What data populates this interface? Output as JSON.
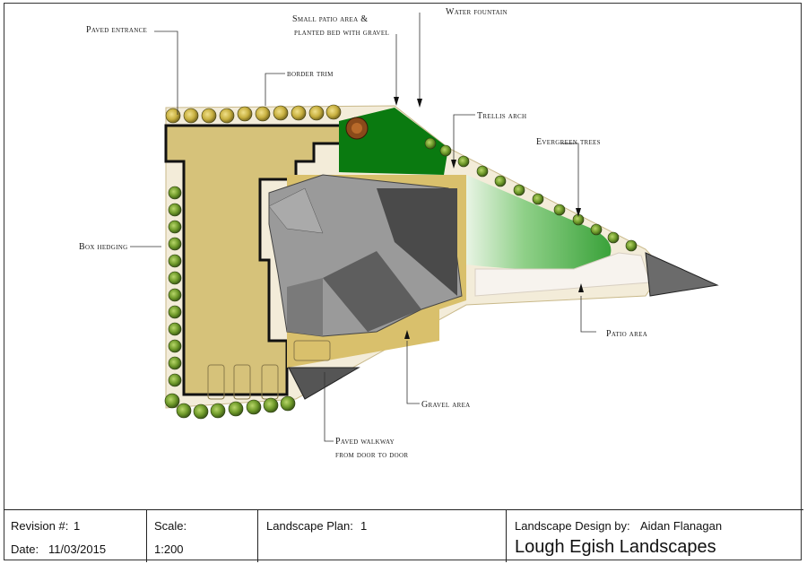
{
  "labels": {
    "paved_entrance": "Paved entrance",
    "border_trim": "border trim",
    "small_patio_line1": "Small patio area &",
    "small_patio_line2": "planted bed with gravel",
    "water_fountain": "Water fountain",
    "trellis_arch": "Trellis arch",
    "evergreen_trees": "Evergreen trees",
    "box_hedging": "Box hedging",
    "patio_area": "Patio area",
    "gravel_area": "Gravel area",
    "paved_walkway_line1": "Paved walkway",
    "paved_walkway_line2": "from door to door"
  },
  "title_block": {
    "revision_label": "Revision #:",
    "revision_value": "1",
    "date_label": "Date:",
    "date_value": "11/03/2015",
    "scale_label": "Scale:",
    "scale_value": "1:200",
    "plan_label": "Landscape Plan:",
    "plan_value": "1",
    "designer_label": "Landscape Design by:",
    "designer_value": "Aidan Flanagan",
    "firm_name": "Lough Egish Landscapes"
  },
  "colors": {
    "paving": "#d6c27a",
    "lawn": "#0a7a10",
    "lawn_light": "#6cc460",
    "roof_dark": "#555555",
    "roof_light": "#9a9a9a",
    "hedge": "#7aa23a",
    "border_line": "#111111"
  }
}
